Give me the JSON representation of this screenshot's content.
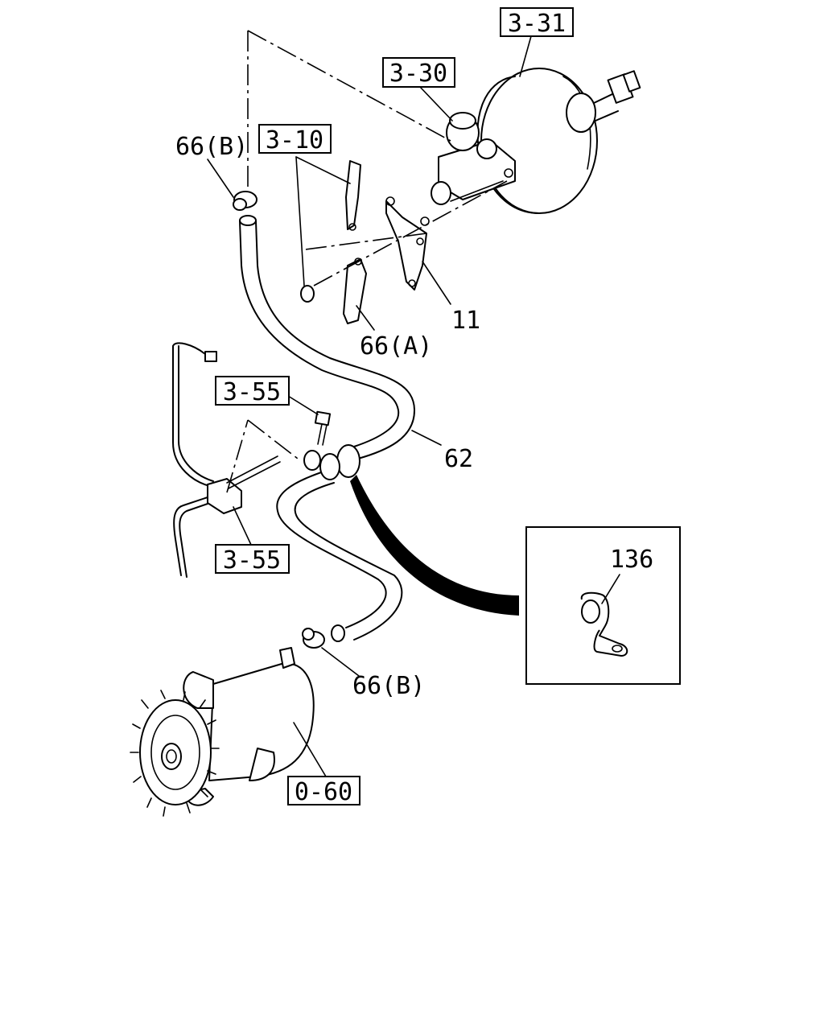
{
  "labels": {
    "ref_3_31": "3-31",
    "ref_3_30": "3-30",
    "ref_3_10": "3-10",
    "ref_3_55_top": "3-55",
    "ref_3_55_bottom": "3-55",
    "ref_0_60": "0-60",
    "part_66b_top": "66(B)",
    "part_66a": "66(A)",
    "part_11": "11",
    "part_62": "62",
    "part_66b_bottom": "66(B)",
    "part_136": "136"
  }
}
